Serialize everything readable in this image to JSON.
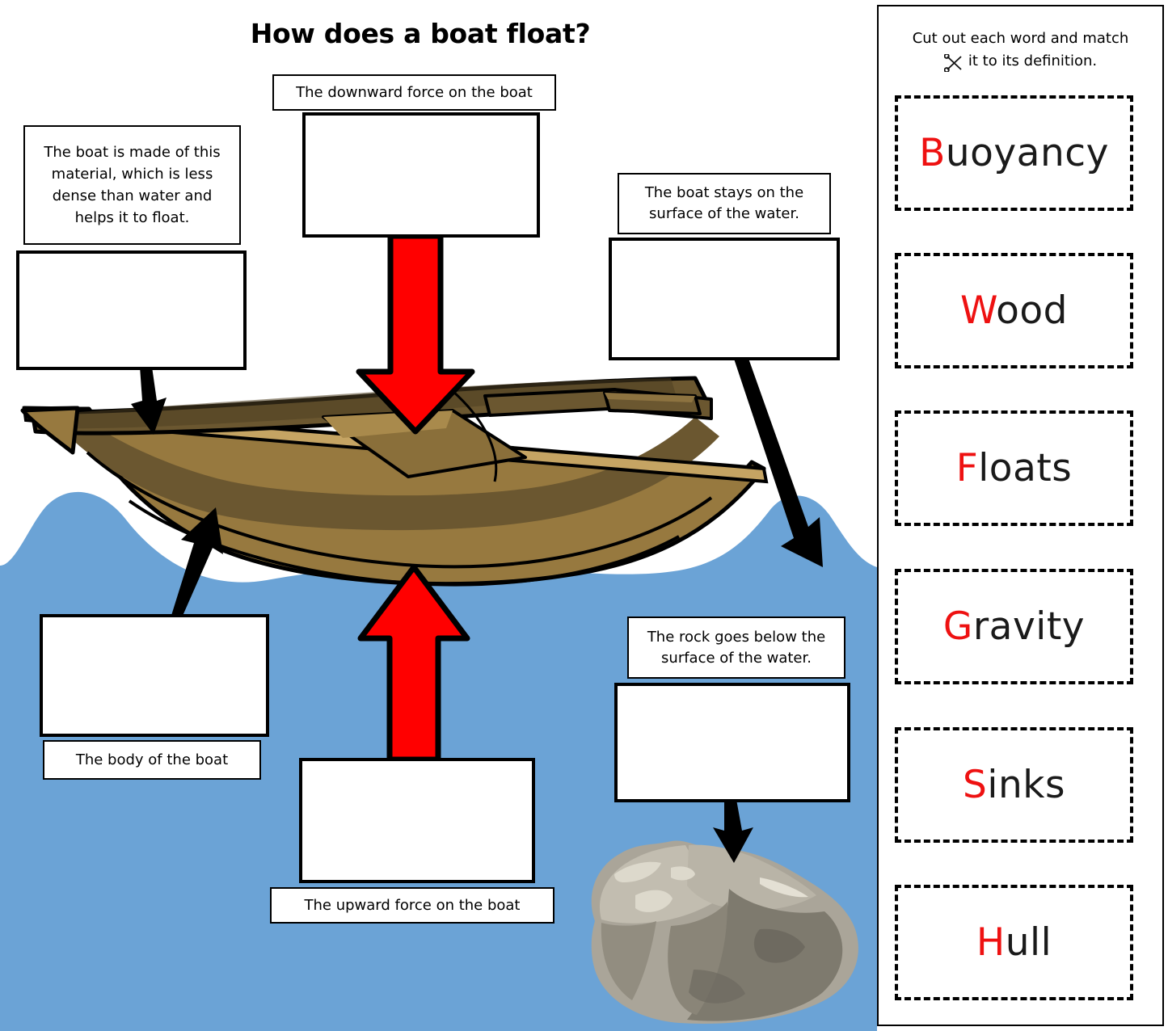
{
  "worksheet": {
    "title": "How does a boat float?"
  },
  "diagram": {
    "hints": [
      {
        "id": "gravity-hint",
        "text": "The downward force on the boat"
      },
      {
        "id": "wood-hint",
        "text": "The boat is made of this material, which is less dense than water and helps it to float."
      },
      {
        "id": "floats-hint",
        "text": "The boat stays on the surface of the water."
      },
      {
        "id": "hull-hint",
        "text": "The body of the boat"
      },
      {
        "id": "buoyancy-hint",
        "text": "The upward force on the boat"
      },
      {
        "id": "sinks-hint",
        "text": "The rock goes below the surface of the water."
      }
    ],
    "answer_boxes": [
      {
        "id": "wood-answer",
        "value": ""
      },
      {
        "id": "gravity-answer",
        "value": ""
      },
      {
        "id": "floats-answer",
        "value": ""
      },
      {
        "id": "hull-answer",
        "value": ""
      },
      {
        "id": "buoyancy-answer",
        "value": ""
      },
      {
        "id": "sinks-answer",
        "value": ""
      }
    ],
    "colors": {
      "water": "#6ba3d6",
      "hull_outer": "#97793f",
      "hull_inner": "#6b5730",
      "hull_rim": "#c5a463",
      "arrow_force": "#ff0000",
      "arrow_pointer": "#000000",
      "rock_light": "#d9d5c8",
      "rock_mid": "#aaa599",
      "rock_dark": "#7e7a6e"
    },
    "icons": {
      "down_force_arrow": "red-down-arrow",
      "up_force_arrow": "red-up-arrow",
      "pointer_arrow": "black-pointer-arrow"
    }
  },
  "sidebar": {
    "instruction_line1": "Cut out each word and match",
    "instruction_line2": "it to its definition.",
    "scissors_icon": "scissors-icon",
    "cards": [
      {
        "first": "B",
        "rest": "uoyancy"
      },
      {
        "first": "W",
        "rest": "ood"
      },
      {
        "first": "F",
        "rest": "loats"
      },
      {
        "first": "G",
        "rest": "ravity"
      },
      {
        "first": "S",
        "rest": "inks"
      },
      {
        "first": "H",
        "rest": "ull"
      }
    ]
  }
}
